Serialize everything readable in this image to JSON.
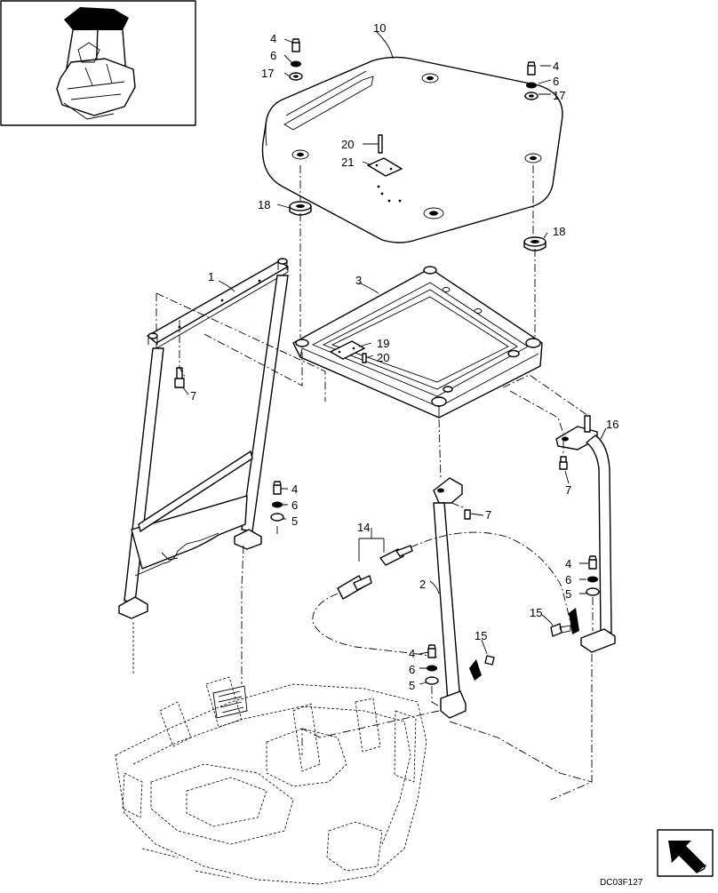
{
  "drawing_code": "DC03F127",
  "callouts": {
    "c1": "1",
    "c2": "2",
    "c3": "3",
    "c10": "10",
    "c14": "14",
    "c16": "16",
    "c4a": "4",
    "c6a": "6",
    "c17a": "17",
    "c4b": "4",
    "c6b": "6",
    "c17b": "17",
    "c20a": "20",
    "c21": "21",
    "c18a": "18",
    "c18b": "18",
    "c19": "19",
    "c20b": "20",
    "c7a": "7",
    "c7b": "7",
    "c7c": "7",
    "c4c": "4",
    "c6c": "6",
    "c5c": "5",
    "c4d": "4",
    "c6d": "6",
    "c5d": "5",
    "c4e": "4",
    "c6e": "6",
    "c5e": "5",
    "c15a": "15",
    "c15b": "15"
  },
  "icons": {
    "thumbnail": "machine-cab-thumbnail-icon",
    "navigation": "next-page-arrow-icon"
  }
}
